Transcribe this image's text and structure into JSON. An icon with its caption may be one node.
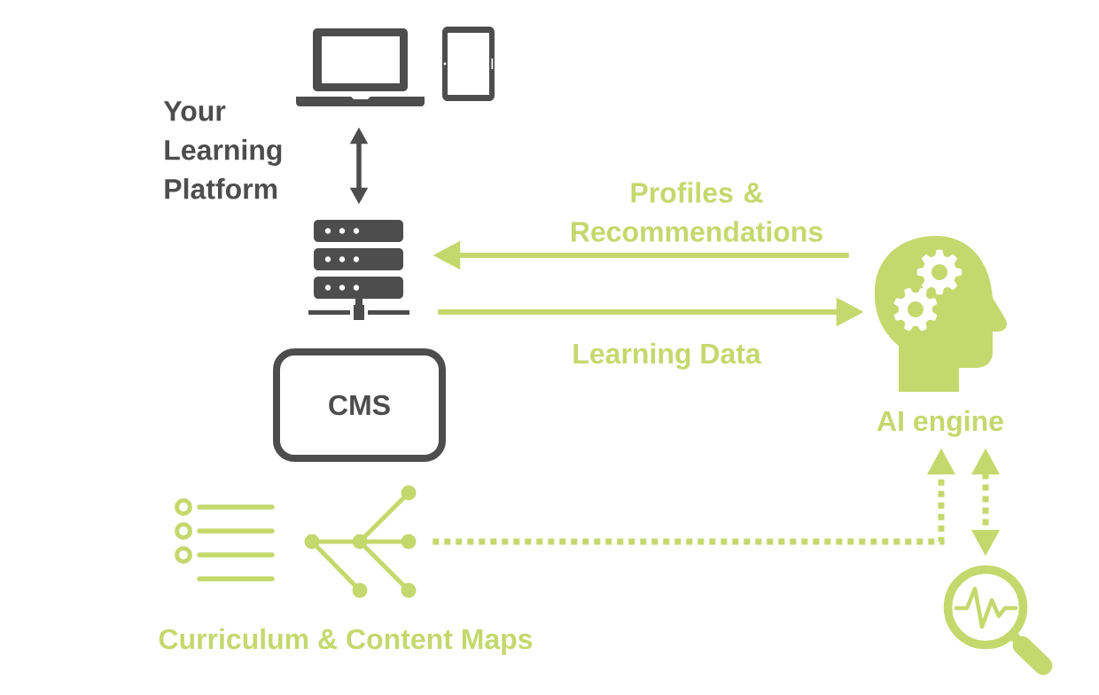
{
  "diagram": {
    "nodes": [
      {
        "text": [],
        "shape": "picture"
      },
      {
        "text": [],
        "shape": "picture"
      },
      {
        "text": [
          "CMS"
        ]
      },
      {
        "text": [
          "AI engine"
        ]
      },
      {
        "text": [
          "Curriculum & Content Maps"
        ]
      },
      {
        "text": [],
        "shape": "picture"
      }
    ],
    "edges": [
      {
        "from": 0,
        "to": 1,
        "arrow": "both",
        "color": "#4d4d4d"
      },
      {
        "from": 3,
        "to": 1,
        "arrow": "to",
        "label": "Profiles & Recommendations"
      },
      {
        "from": 1,
        "to": 3,
        "arrow": "to",
        "label": "Learning Data"
      },
      {
        "from": 4,
        "to": 3,
        "arrow": "to",
        "style": "dashed"
      },
      {
        "from": 3,
        "to": 5,
        "arrow": "both",
        "style": "dashed"
      }
    ],
    "labels": [
      "Your Learning Platform"
    ]
  }
}
